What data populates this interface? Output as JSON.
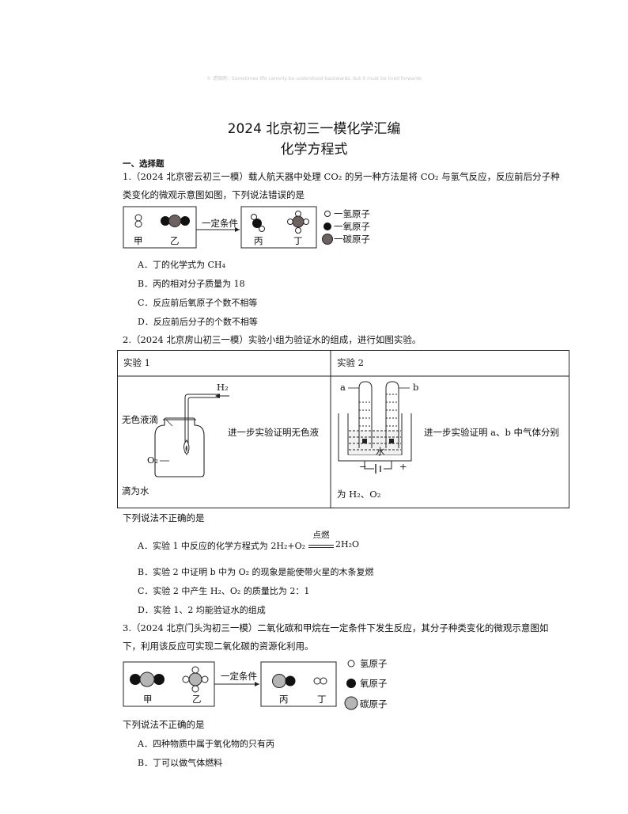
{
  "watermark": "© 滤微网：Sometimes life canonly be understood backwards, but it must be lived forwards",
  "title": "2024 北京初三一模化学汇编",
  "subtitle": "化学方程式",
  "section": "一、选择题",
  "q1": {
    "line1": "1.（2024 北京密云初三一模）载人航天器中处理 CO₂ 的另一种方法是将 CO₂ 与氢气反应，反应前后分子种",
    "line2": "类变化的微观示意图如图，下列说法错误的是",
    "condition": "一定条件",
    "labels": [
      "甲",
      "乙",
      "丙",
      "丁"
    ],
    "legend": [
      "一氢原子",
      "一氧原子",
      "一碳原子"
    ],
    "options": [
      "A．丁的化学式为 CH₄",
      "B．丙的相对分子质量为 18",
      "C．反应前后氧原子个数不相等",
      "D．反应前后分子的个数不相等"
    ]
  },
  "q2": {
    "line1": "2.（2024 北京房山初三一模）实验小组为验证水的组成，进行如图实验。",
    "exp1_header": "实验 1",
    "exp2_header": "实验 2",
    "exp1": {
      "h2": "H₂",
      "drops": "无色液滴",
      "o2": "O₂",
      "text1": "进一步实验证明无色液",
      "text2": "滴为水"
    },
    "exp2": {
      "a": "a",
      "b": "b",
      "water": "水",
      "minus": "−",
      "plus": "+",
      "text1": "进一步实验证明 a、b 中气体分别",
      "text2": "为 H₂、O₂"
    },
    "below": "下列说法不正确的是",
    "options": [
      "A．实验 1 中反应的化学方程式为 2H₂+O₂",
      "B．实验 2 中证明 b 中为 O₂ 的现象是能使带火星的木条复燃",
      "C．实验 2 中产生 H₂、O₂ 的质量比为 2：1",
      "D．实验 1、2 均能验证水的组成"
    ],
    "eq_condition": "点燃",
    "eq_product": "2H₂O"
  },
  "q3": {
    "line1": "3.（2024 北京门头沟初三一模）二氧化碳和甲烷在一定条件下发生反应，其分子种类变化的微观示意图如",
    "line2": "下，利用该反应可实现二氧化碳的资源化利用。",
    "condition": "一定条件",
    "labels": [
      "甲",
      "乙",
      "丙",
      "丁"
    ],
    "legend": [
      "氢原子",
      "氧原子",
      "碳原子"
    ],
    "below": "下列说法不正确的是",
    "options": [
      "A．四种物质中属于氧化物的只有丙",
      "B．丁可以做气体燃料"
    ]
  },
  "colors": {
    "carbon": "#6e6260",
    "carbon_q3": "#b5b5b5",
    "oxygen": "#111111",
    "hydrogen": "#ffffff"
  }
}
